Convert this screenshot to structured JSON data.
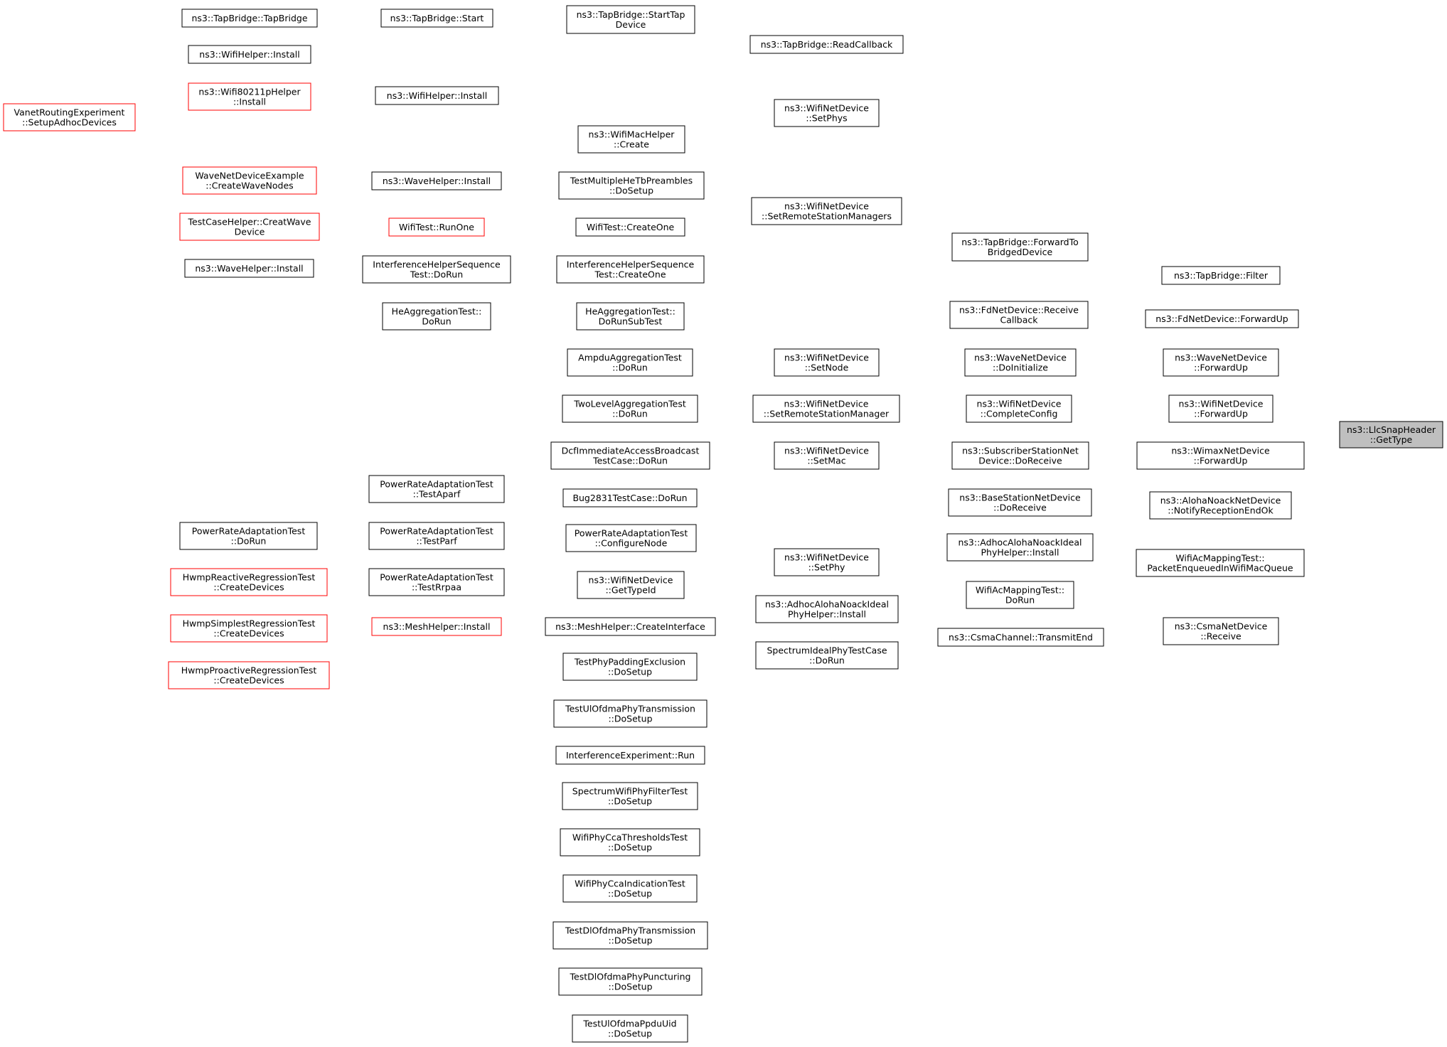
{
  "colors": {
    "edge": "#191970",
    "node_border": "#000000",
    "node_border_red": "#ff0000",
    "target_fill": "#bfbfbf"
  },
  "nodes": [
    {
      "id": "target",
      "lines": [
        "ns3::LlcSnapHeader",
        "::GetType"
      ],
      "style": "target"
    },
    {
      "id": "tapFilter",
      "lines": [
        "ns3::TapBridge::Filter"
      ]
    },
    {
      "id": "fdForwardUp",
      "lines": [
        "ns3::FdNetDevice::ForwardUp"
      ]
    },
    {
      "id": "waveForwardUp",
      "lines": [
        "ns3::WaveNetDevice",
        "::ForwardUp"
      ]
    },
    {
      "id": "wifiForwardUp",
      "lines": [
        "ns3::WifiNetDevice",
        "::ForwardUp"
      ]
    },
    {
      "id": "wimaxForwardUp",
      "lines": [
        "ns3::WimaxNetDevice",
        "::ForwardUp"
      ]
    },
    {
      "id": "alohaNotify",
      "lines": [
        "ns3::AlohaNoackNetDevice",
        "::NotifyReceptionEndOk"
      ]
    },
    {
      "id": "wifiAcPkt",
      "lines": [
        "WifiAcMappingTest::",
        "PacketEnqueuedInWifiMacQueue"
      ]
    },
    {
      "id": "csmaReceive",
      "lines": [
        "ns3::CsmaNetDevice",
        "::Receive"
      ]
    },
    {
      "id": "tapForwardTo",
      "lines": [
        "ns3::TapBridge::ForwardTo",
        "BridgedDevice"
      ]
    },
    {
      "id": "fdReceiveCb",
      "lines": [
        "ns3::FdNetDevice::Receive",
        "Callback"
      ]
    },
    {
      "id": "waveDoInit",
      "lines": [
        "ns3::WaveNetDevice",
        "::DoInitialize"
      ]
    },
    {
      "id": "completeConfig",
      "lines": [
        "ns3::WifiNetDevice",
        "::CompleteConfig"
      ]
    },
    {
      "id": "subscriberRx",
      "lines": [
        "ns3::SubscriberStationNet",
        "Device::DoReceive"
      ]
    },
    {
      "id": "baseStationRx",
      "lines": [
        "ns3::BaseStationNetDevice",
        "::DoReceive"
      ]
    },
    {
      "id": "adhocInstall1",
      "lines": [
        "ns3::AdhocAlohaNoackIdeal",
        "PhyHelper::Install"
      ]
    },
    {
      "id": "wifiAcDoRun",
      "lines": [
        "WifiAcMappingTest::",
        "DoRun"
      ]
    },
    {
      "id": "csmaTransmitEnd",
      "lines": [
        "ns3::CsmaChannel::TransmitEnd"
      ]
    },
    {
      "id": "tapReadCb",
      "lines": [
        "ns3::TapBridge::ReadCallback"
      ]
    },
    {
      "id": "setPhys",
      "lines": [
        "ns3::WifiNetDevice",
        "::SetPhys"
      ]
    },
    {
      "id": "setRemoteMgrs",
      "lines": [
        "ns3::WifiNetDevice",
        "::SetRemoteStationManagers"
      ]
    },
    {
      "id": "setNode",
      "lines": [
        "ns3::WifiNetDevice",
        "::SetNode"
      ]
    },
    {
      "id": "setRemoteMgr",
      "lines": [
        "ns3::WifiNetDevice",
        "::SetRemoteStationManager"
      ]
    },
    {
      "id": "setMac",
      "lines": [
        "ns3::WifiNetDevice",
        "::SetMac"
      ]
    },
    {
      "id": "setPhy",
      "lines": [
        "ns3::WifiNetDevice",
        "::SetPhy"
      ]
    },
    {
      "id": "adhocInstall2",
      "lines": [
        "ns3::AdhocAlohaNoackIdeal",
        "PhyHelper::Install"
      ]
    },
    {
      "id": "spectrumIdeal",
      "lines": [
        "SpectrumIdealPhyTestCase",
        "::DoRun"
      ]
    },
    {
      "id": "tapStartTap",
      "lines": [
        "ns3::TapBridge::StartTap",
        "Device"
      ]
    },
    {
      "id": "wifiMacCreate",
      "lines": [
        "ns3::WifiMacHelper",
        "::Create"
      ]
    },
    {
      "id": "testMultiHe",
      "lines": [
        "TestMultipleHeTbPreambles",
        "::DoSetup"
      ]
    },
    {
      "id": "wifiTestCreateOne",
      "lines": [
        "WifiTest::CreateOne"
      ]
    },
    {
      "id": "interfSeqCreateOne",
      "lines": [
        "InterferenceHelperSequence",
        "Test::CreateOne"
      ]
    },
    {
      "id": "heAggSub",
      "lines": [
        "HeAggregationTest::",
        "DoRunSubTest"
      ]
    },
    {
      "id": "ampduAgg",
      "lines": [
        "AmpduAggregationTest",
        "::DoRun"
      ]
    },
    {
      "id": "twoLevelAgg",
      "lines": [
        "TwoLevelAggregationTest",
        "::DoRun"
      ]
    },
    {
      "id": "dcfImmediate",
      "lines": [
        "DcfImmediateAccessBroadcast",
        "TestCase::DoRun"
      ]
    },
    {
      "id": "bug2831",
      "lines": [
        "Bug2831TestCase::DoRun"
      ]
    },
    {
      "id": "praConfigure",
      "lines": [
        "PowerRateAdaptationTest",
        "::ConfigureNode"
      ]
    },
    {
      "id": "getTypeId",
      "lines": [
        "ns3::WifiNetDevice",
        "::GetTypeId"
      ]
    },
    {
      "id": "meshCreateIf",
      "lines": [
        "ns3::MeshHelper::CreateInterface"
      ]
    },
    {
      "id": "phyPadding",
      "lines": [
        "TestPhyPaddingExclusion",
        "::DoSetup"
      ]
    },
    {
      "id": "ulOfdmaTx",
      "lines": [
        "TestUlOfdmaPhyTransmission",
        "::DoSetup"
      ]
    },
    {
      "id": "interfExpRun",
      "lines": [
        "InterferenceExperiment::Run"
      ]
    },
    {
      "id": "spectrumFilter",
      "lines": [
        "SpectrumWifiPhyFilterTest",
        "::DoSetup"
      ]
    },
    {
      "id": "ccaThresholds",
      "lines": [
        "WifiPhyCcaThresholdsTest",
        "::DoSetup"
      ]
    },
    {
      "id": "ccaIndication",
      "lines": [
        "WifiPhyCcaIndicationTest",
        "::DoSetup"
      ]
    },
    {
      "id": "dlOfdmaTx",
      "lines": [
        "TestDlOfdmaPhyTransmission",
        "::DoSetup"
      ]
    },
    {
      "id": "dlOfdmaPunct",
      "lines": [
        "TestDlOfdmaPhyPuncturing",
        "::DoSetup"
      ]
    },
    {
      "id": "ulOfdmaPpdu",
      "lines": [
        "TestUlOfdmaPpduUid",
        "::DoSetup"
      ]
    },
    {
      "id": "tapStart",
      "lines": [
        "ns3::TapBridge::Start"
      ]
    },
    {
      "id": "wifiInstall",
      "lines": [
        "ns3::WifiHelper::Install"
      ]
    },
    {
      "id": "waveInstall",
      "lines": [
        "ns3::WaveHelper::Install"
      ]
    },
    {
      "id": "wifiTestRunOne",
      "lines": [
        "WifiTest::RunOne"
      ],
      "style": "red"
    },
    {
      "id": "interfSeqDoRun",
      "lines": [
        "InterferenceHelperSequence",
        "Test::DoRun"
      ]
    },
    {
      "id": "heAggDoRun",
      "lines": [
        "HeAggregationTest::",
        "DoRun"
      ]
    },
    {
      "id": "praAparf",
      "lines": [
        "PowerRateAdaptationTest",
        "::TestAparf"
      ]
    },
    {
      "id": "praParf",
      "lines": [
        "PowerRateAdaptationTest",
        "::TestParf"
      ]
    },
    {
      "id": "praRrpaa",
      "lines": [
        "PowerRateAdaptationTest",
        "::TestRrpaa"
      ]
    },
    {
      "id": "meshInstall",
      "lines": [
        "ns3::MeshHelper::Install"
      ],
      "style": "red"
    },
    {
      "id": "tapCtor",
      "lines": [
        "ns3::TapBridge::TapBridge"
      ]
    },
    {
      "id": "wifiInstallTop",
      "lines": [
        "ns3::WifiHelper::Install"
      ]
    },
    {
      "id": "wifi80211p",
      "lines": [
        "ns3::Wifi80211pHelper",
        "::Install"
      ],
      "style": "red"
    },
    {
      "id": "waveExample",
      "lines": [
        "WaveNetDeviceExample",
        "::CreateWaveNodes"
      ],
      "style": "red"
    },
    {
      "id": "testCaseHelper",
      "lines": [
        "TestCaseHelper::CreatWave",
        "Device"
      ],
      "style": "red"
    },
    {
      "id": "waveInstall2",
      "lines": [
        "ns3::WaveHelper::Install"
      ]
    },
    {
      "id": "praDoRun",
      "lines": [
        "PowerRateAdaptationTest",
        "::DoRun"
      ]
    },
    {
      "id": "hwmpReactive",
      "lines": [
        "HwmpReactiveRegressionTest",
        "::CreateDevices"
      ],
      "style": "red"
    },
    {
      "id": "hwmpSimplest",
      "lines": [
        "HwmpSimplestRegressionTest",
        "::CreateDevices"
      ],
      "style": "red"
    },
    {
      "id": "hwmpProactive",
      "lines": [
        "HwmpProactiveRegressionTest",
        "::CreateDevices"
      ],
      "style": "red"
    },
    {
      "id": "vanet",
      "lines": [
        "VanetRoutingExperiment",
        "::SetupAdhocDevices"
      ],
      "style": "red"
    }
  ]
}
